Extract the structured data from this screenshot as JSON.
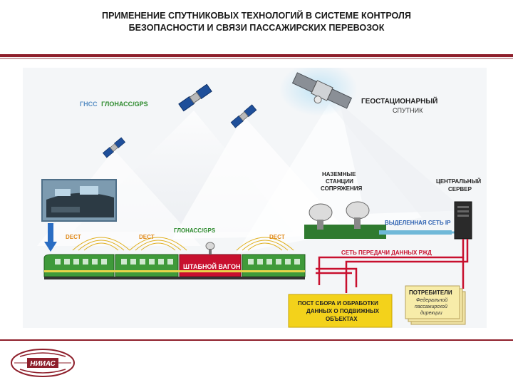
{
  "title": {
    "line1": "ПРИМЕНЕНИЕ СПУТНИКОВЫХ ТЕХНОЛОГИЙ В СИСТЕМЕ КОНТРОЛЯ",
    "line2": "БЕЗОПАСНОСТИ И СВЯЗИ ПАССАЖИРСКИХ ПЕРЕВОЗОК"
  },
  "diagram": {
    "gnss_label_prefix": "ГНСС",
    "gnss_label_main": "ГЛОНАСС/GPS",
    "geo_label_line1": "ГЕОСТАЦИОНАРНЫЙ",
    "geo_label_line2": "СПУТНИК",
    "ground_line1": "НАЗЕМНЫЕ",
    "ground_line2": "СТАНЦИИ",
    "ground_line3": "СОПРЯЖЕНИЯ",
    "server_line1": "ЦЕНТРАЛЬНЫЙ",
    "server_line2": "СЕРВЕР",
    "ip_label": "ВЫДЕЛЕННАЯ СЕТЬ IP",
    "rzd_label": "СЕТЬ ПЕРЕДАЧИ ДАННЫХ РЖД",
    "dect_1": "DECT",
    "dect_2": "DECT",
    "dect_3": "DECT",
    "train_gnss": "ГЛОНАСС/GPS",
    "staff_wagon": "ШТАБНОЙ ВАГОН",
    "post_line1": "ПОСТ СБОРА И ОБРАБОТКИ",
    "post_line2": "ДАННЫХ О ПОДВИЖНЫХ",
    "post_line3": "ОБЪЕКТАХ",
    "consumers_title": "ПОТРЕБИТЕЛИ",
    "consumers_line1": "Федеральной",
    "consumers_line2": "пассажирской",
    "consumers_line3": "дирекции"
  },
  "logo": {
    "text": "НИИАС"
  },
  "colors": {
    "accent": "#8e1f2b",
    "train_green": "#3f9a3a",
    "network_red": "#c8102e",
    "box_yellow": "#f3d21b",
    "label_green": "#2e8b2e"
  }
}
